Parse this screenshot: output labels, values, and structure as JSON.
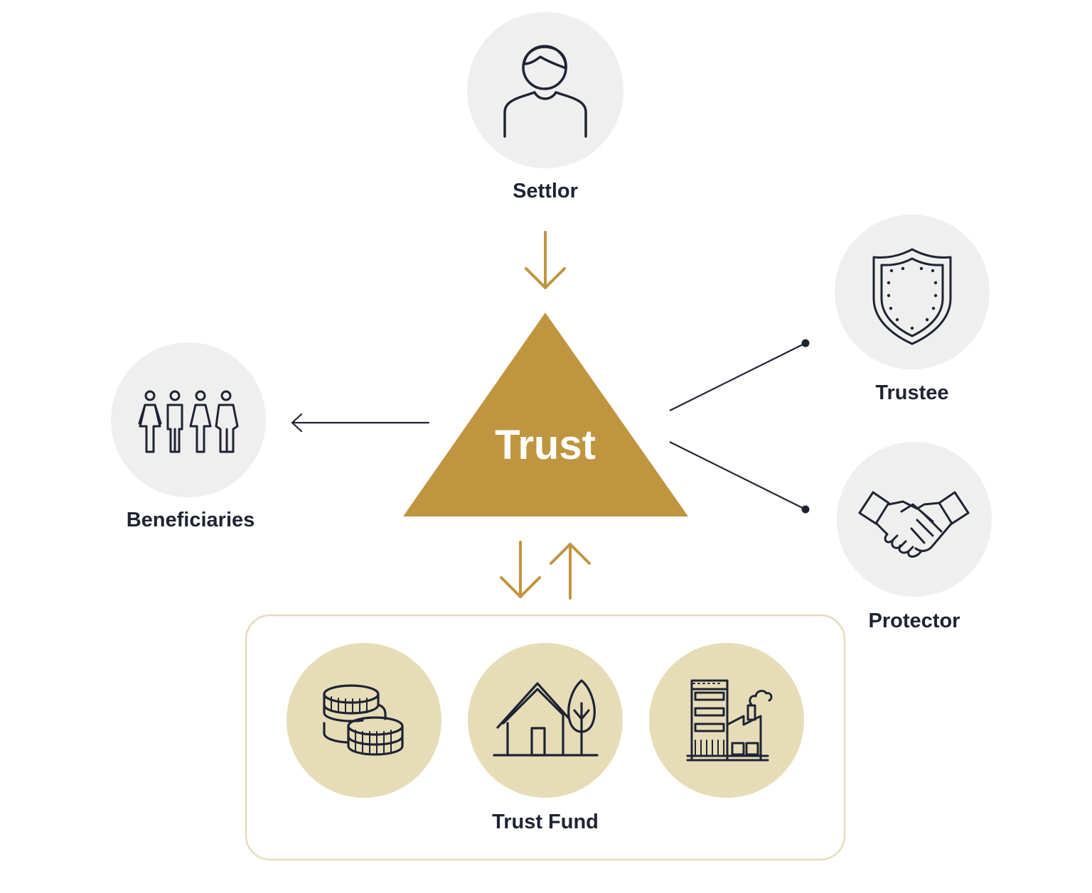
{
  "nodes": {
    "settlor": "Settlor",
    "trustee": "Trustee",
    "protector": "Protector",
    "beneficiaries": "Beneficiaries",
    "trust": "Trust",
    "trust_fund": "Trust Fund"
  },
  "icons": {
    "settlor": "person-icon",
    "trustee": "shield-icon",
    "protector": "handshake-icon",
    "beneficiaries": "people-group-icon",
    "fund_items": [
      "coins-icon",
      "house-tree-icon",
      "factory-icon"
    ]
  },
  "colors": {
    "gold": "#C0953F",
    "circle_grey": "#EFEFEF",
    "circle_beige": "#E6DDB8",
    "box_border": "#E3DCBE",
    "ink": "#1F2333",
    "trust_text": "#FFFFFF"
  }
}
